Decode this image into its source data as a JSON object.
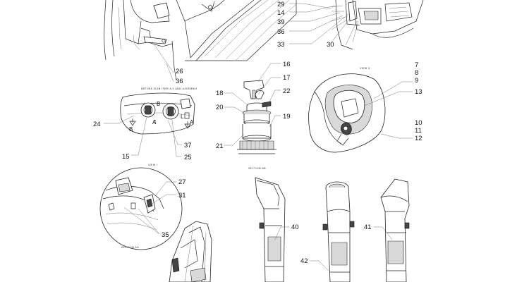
{
  "captions": {
    "before_assembly": "BEFORE SIGN ITEM 4,5 AND ASSEMBLY",
    "view_x": "VIEW X",
    "view_i": "VIEW I",
    "section_bb": "SECTION BB",
    "section_aa": "SECTION AA"
  },
  "section_marks": {
    "b_left": "B",
    "b_top": "B",
    "a_lower": "A",
    "a_right": "A",
    "l_mark": "L"
  },
  "callouts": {
    "c29": "29",
    "c14": "14",
    "c39": "39",
    "c36a": "36",
    "c33": "33",
    "c30": "30",
    "c26": "26",
    "c36b": "36",
    "c16": "16",
    "c17": "17",
    "c18": "18",
    "c22": "22",
    "c20": "20",
    "c19": "19",
    "c21": "21",
    "c7": "7",
    "c8": "8",
    "c9": "9",
    "c13": "13",
    "c10": "10",
    "c11": "11",
    "c12": "12",
    "c24": "24",
    "c15": "15",
    "c37": "37",
    "c25": "25",
    "c27": "27",
    "c31": "31",
    "c35": "35",
    "c40": "40",
    "c41": "41",
    "c42": "42"
  }
}
